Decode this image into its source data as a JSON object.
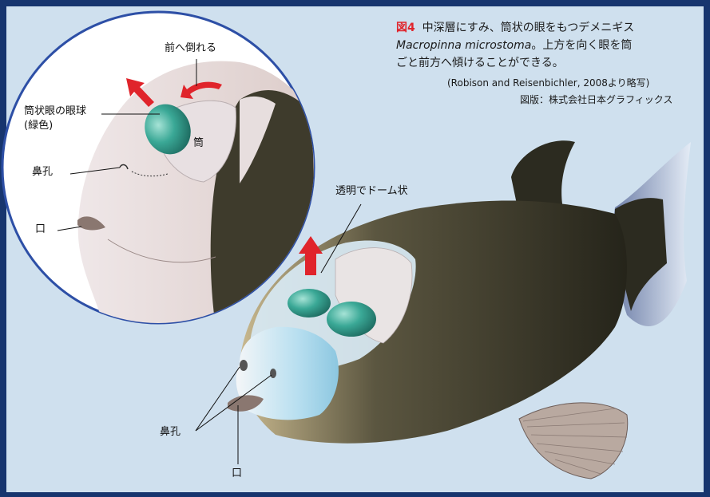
{
  "caption": {
    "fig_no": "図4",
    "line1": "中深層にすみ、筒状の眼をもつデメニギス",
    "species": "Macropinna microstoma",
    "line2_rest": "。上方を向く眼を筒",
    "line3": "ごと前方へ傾けることができる。",
    "source": "(Robison and Reisenbichler, 2008より略写)",
    "credit": "図版：株式会社日本グラフィックス"
  },
  "inset_labels": {
    "tilt_forward": "前へ倒れる",
    "eyeball": "筒状眼の眼球",
    "eyeball_color": "(緑色)",
    "tube": "筒",
    "nostril": "鼻孔",
    "mouth": "口"
  },
  "main_labels": {
    "dome": "透明でドーム状",
    "nostril": "鼻孔",
    "mouth": "口"
  },
  "colors": {
    "arrow_red": "#e0242b",
    "eye_green": "#2f9a8a",
    "body_dark": "#3e3b2c",
    "frame_blue": "#17356e",
    "circle_border": "#2d4fa6"
  }
}
